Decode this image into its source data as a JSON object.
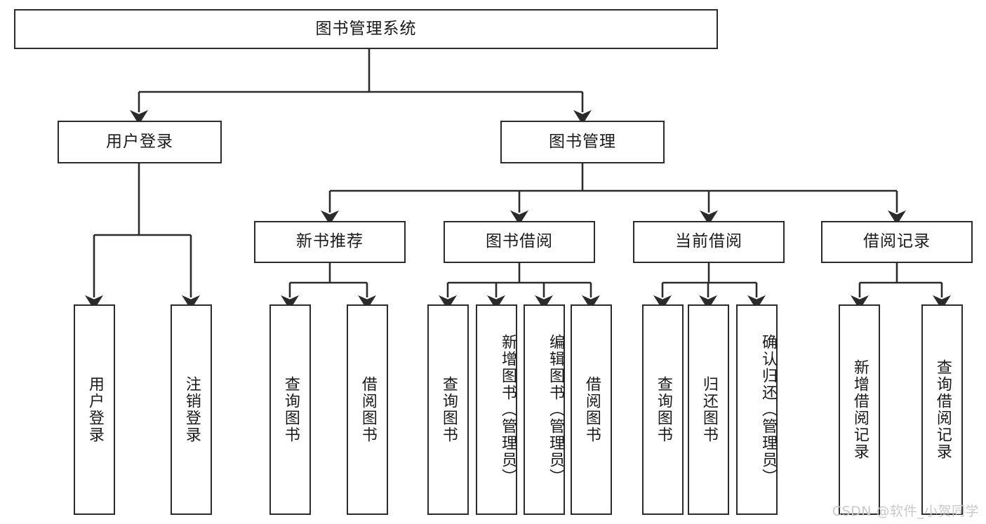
{
  "diagram": {
    "title": "图书管理系统",
    "watermark": "CSDN @软件_小贺同学",
    "colors": {
      "stroke": "#2b2b2b",
      "fill": "#ffffff",
      "text": "#1a1a1a",
      "watermark": "#c9c9c9"
    },
    "nodes": {
      "root": "图书管理系统",
      "user_login": "用户登录",
      "book_manage": "图书管理",
      "new_book_rec": "新书推荐",
      "book_borrow": "图书借阅",
      "current_borrow": "当前借阅",
      "borrow_record": "借阅记录",
      "leaf_user_login": "用户登录",
      "leaf_logout": "注销登录",
      "leaf_query_book_1": "查询图书",
      "leaf_borrow_book_1": "借阅图书",
      "leaf_query_book_2": "查询图书",
      "leaf_add_book_admin": "新增图书（管理员）",
      "leaf_edit_book_admin": "编辑图书（管理员）",
      "leaf_borrow_book_2": "借阅图书",
      "leaf_query_book_3": "查询图书",
      "leaf_return_book": "归还图书",
      "leaf_confirm_return_admin": "确认归还（管理员）",
      "leaf_add_record": "新增借阅记录",
      "leaf_query_record": "查询借阅记录"
    },
    "edges": [
      {
        "from": "root",
        "to": "user_login"
      },
      {
        "from": "root",
        "to": "book_manage"
      },
      {
        "from": "user_login",
        "to": "leaf_user_login"
      },
      {
        "from": "user_login",
        "to": "leaf_logout"
      },
      {
        "from": "book_manage",
        "to": "new_book_rec"
      },
      {
        "from": "book_manage",
        "to": "book_borrow"
      },
      {
        "from": "book_manage",
        "to": "current_borrow"
      },
      {
        "from": "book_manage",
        "to": "borrow_record"
      },
      {
        "from": "new_book_rec",
        "to": "leaf_query_book_1"
      },
      {
        "from": "new_book_rec",
        "to": "leaf_borrow_book_1"
      },
      {
        "from": "book_borrow",
        "to": "leaf_query_book_2"
      },
      {
        "from": "book_borrow",
        "to": "leaf_add_book_admin"
      },
      {
        "from": "book_borrow",
        "to": "leaf_edit_book_admin"
      },
      {
        "from": "book_borrow",
        "to": "leaf_borrow_book_2"
      },
      {
        "from": "current_borrow",
        "to": "leaf_query_book_3"
      },
      {
        "from": "current_borrow",
        "to": "leaf_return_book"
      },
      {
        "from": "current_borrow",
        "to": "leaf_confirm_return_admin"
      },
      {
        "from": "borrow_record",
        "to": "leaf_add_record"
      },
      {
        "from": "borrow_record",
        "to": "leaf_query_record"
      }
    ]
  }
}
